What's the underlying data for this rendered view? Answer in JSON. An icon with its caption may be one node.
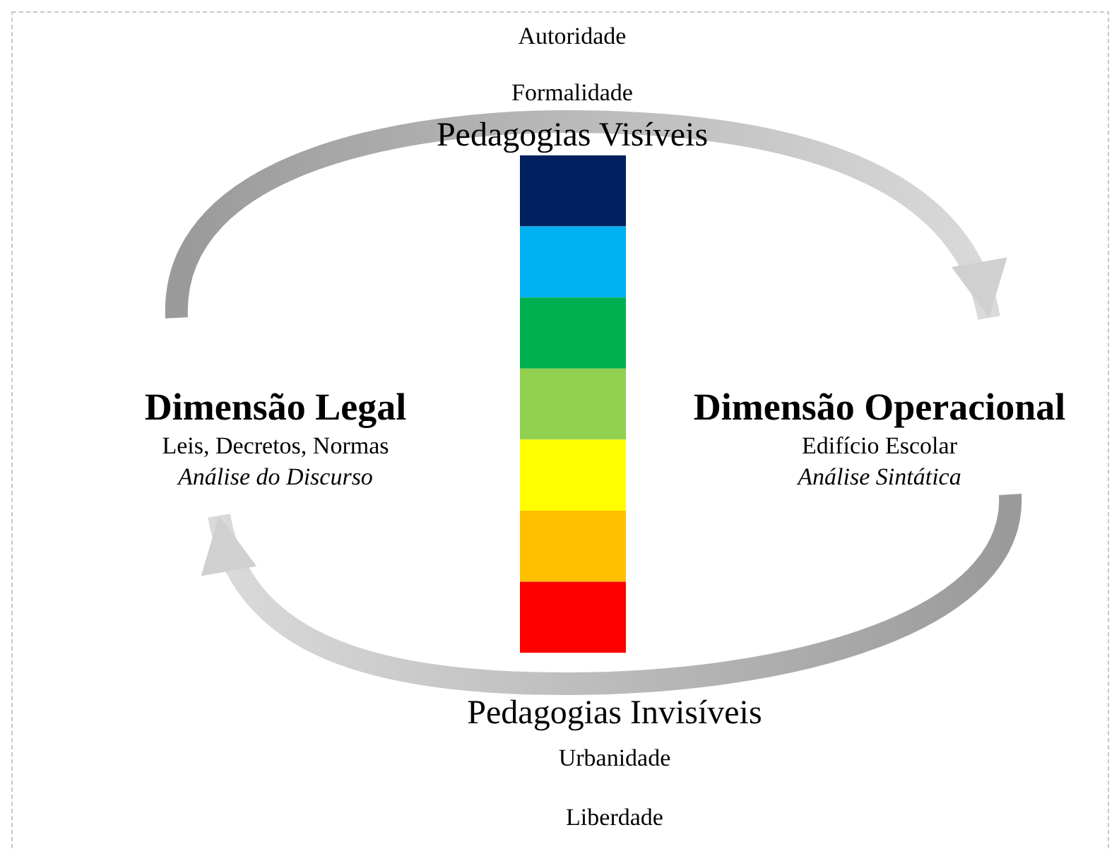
{
  "diagram": {
    "nodes": [
      {
        "text": [
          "Dimensão Legal",
          "Leis, Decretos, Normas",
          "Análise do Discurso"
        ]
      },
      {
        "text": [
          "Dimensão Operacional",
          "Edifício Escolar",
          "Análise Sintática"
        ]
      }
    ],
    "edges": [
      {
        "from": 0,
        "to": 1,
        "arrow": "to",
        "style": "thick"
      },
      {
        "from": 1,
        "to": 0,
        "arrow": "to",
        "style": "thick"
      }
    ],
    "labels": [
      "Autoridade",
      "Formalidade",
      "Pedagogias Visíveis",
      "Pedagogias Invisíveis",
      "Urbanidade",
      "Liberdade"
    ]
  }
}
